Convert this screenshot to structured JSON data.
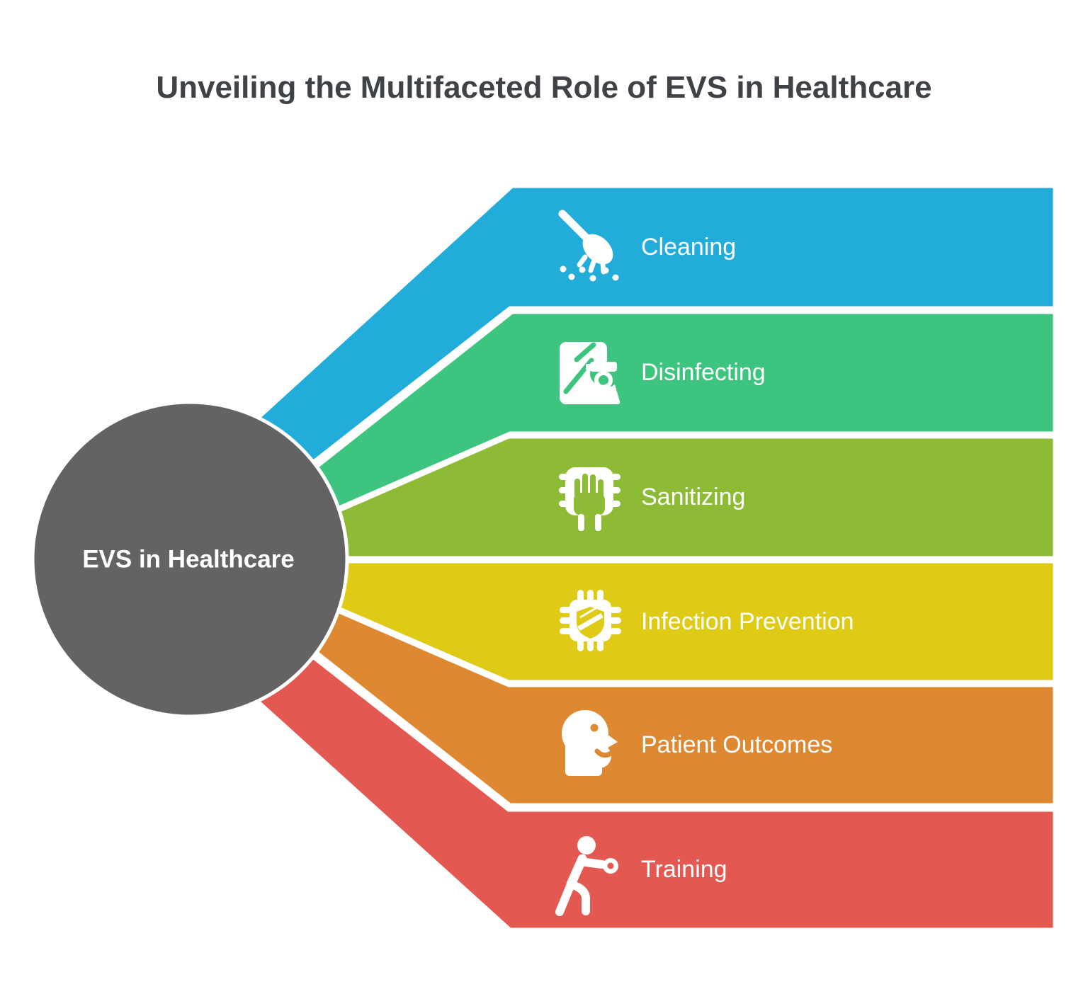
{
  "title": "Unveiling the Multifaceted Role of EVS in Healthcare",
  "title_color": "#3F4347",
  "background_color": "#FFFFFF",
  "separator_color": "#FFFFFF",
  "center": {
    "label": "EVS in Healthcare",
    "color": "#636363",
    "text_color": "#FFFFFF"
  },
  "branches": [
    {
      "label": "Cleaning",
      "color": "#22ACDA",
      "icon": "broom-icon"
    },
    {
      "label": "Disinfecting",
      "color": "#3DC47E",
      "icon": "window-spray-icon"
    },
    {
      "label": "Sanitizing",
      "color": "#8DBB35",
      "icon": "hand-sanitizer-icon"
    },
    {
      "label": "Infection Prevention",
      "color": "#DFCA16",
      "icon": "shield-chip-icon"
    },
    {
      "label": "Patient Outcomes",
      "color": "#DE8832",
      "icon": "patient-head-icon"
    },
    {
      "label": "Training",
      "color": "#E45852",
      "icon": "exercise-figure-icon"
    }
  ]
}
